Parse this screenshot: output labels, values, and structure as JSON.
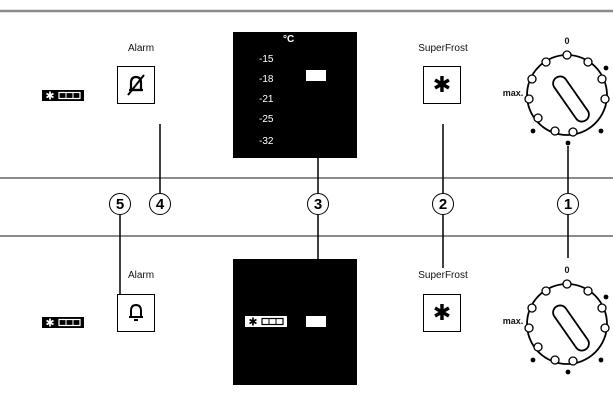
{
  "top_panel": {
    "alarm_label": "Alarm",
    "superfrost_label": "SuperFrost",
    "display": {
      "unit": "°C",
      "scale": [
        "-15",
        "-18",
        "-21",
        "-25",
        "-32"
      ],
      "active_value": "-18"
    },
    "dial": {
      "zero_label": "0",
      "max_label": "max."
    }
  },
  "bottom_panel": {
    "alarm_label": "Alarm",
    "superfrost_label": "SuperFrost",
    "dial": {
      "zero_label": "0",
      "max_label": "max."
    }
  },
  "callouts": [
    "5",
    "4",
    "3",
    "2",
    "1"
  ],
  "colors": {
    "line": "#000000",
    "divider": "#8c8c8c",
    "display_bg": "#000000"
  },
  "icons": {
    "indicator": "snowflake-battery-icon",
    "alarm_top": "alarm-off-icon",
    "alarm_bottom": "bell-icon",
    "superfrost": "snowflake-icon"
  }
}
